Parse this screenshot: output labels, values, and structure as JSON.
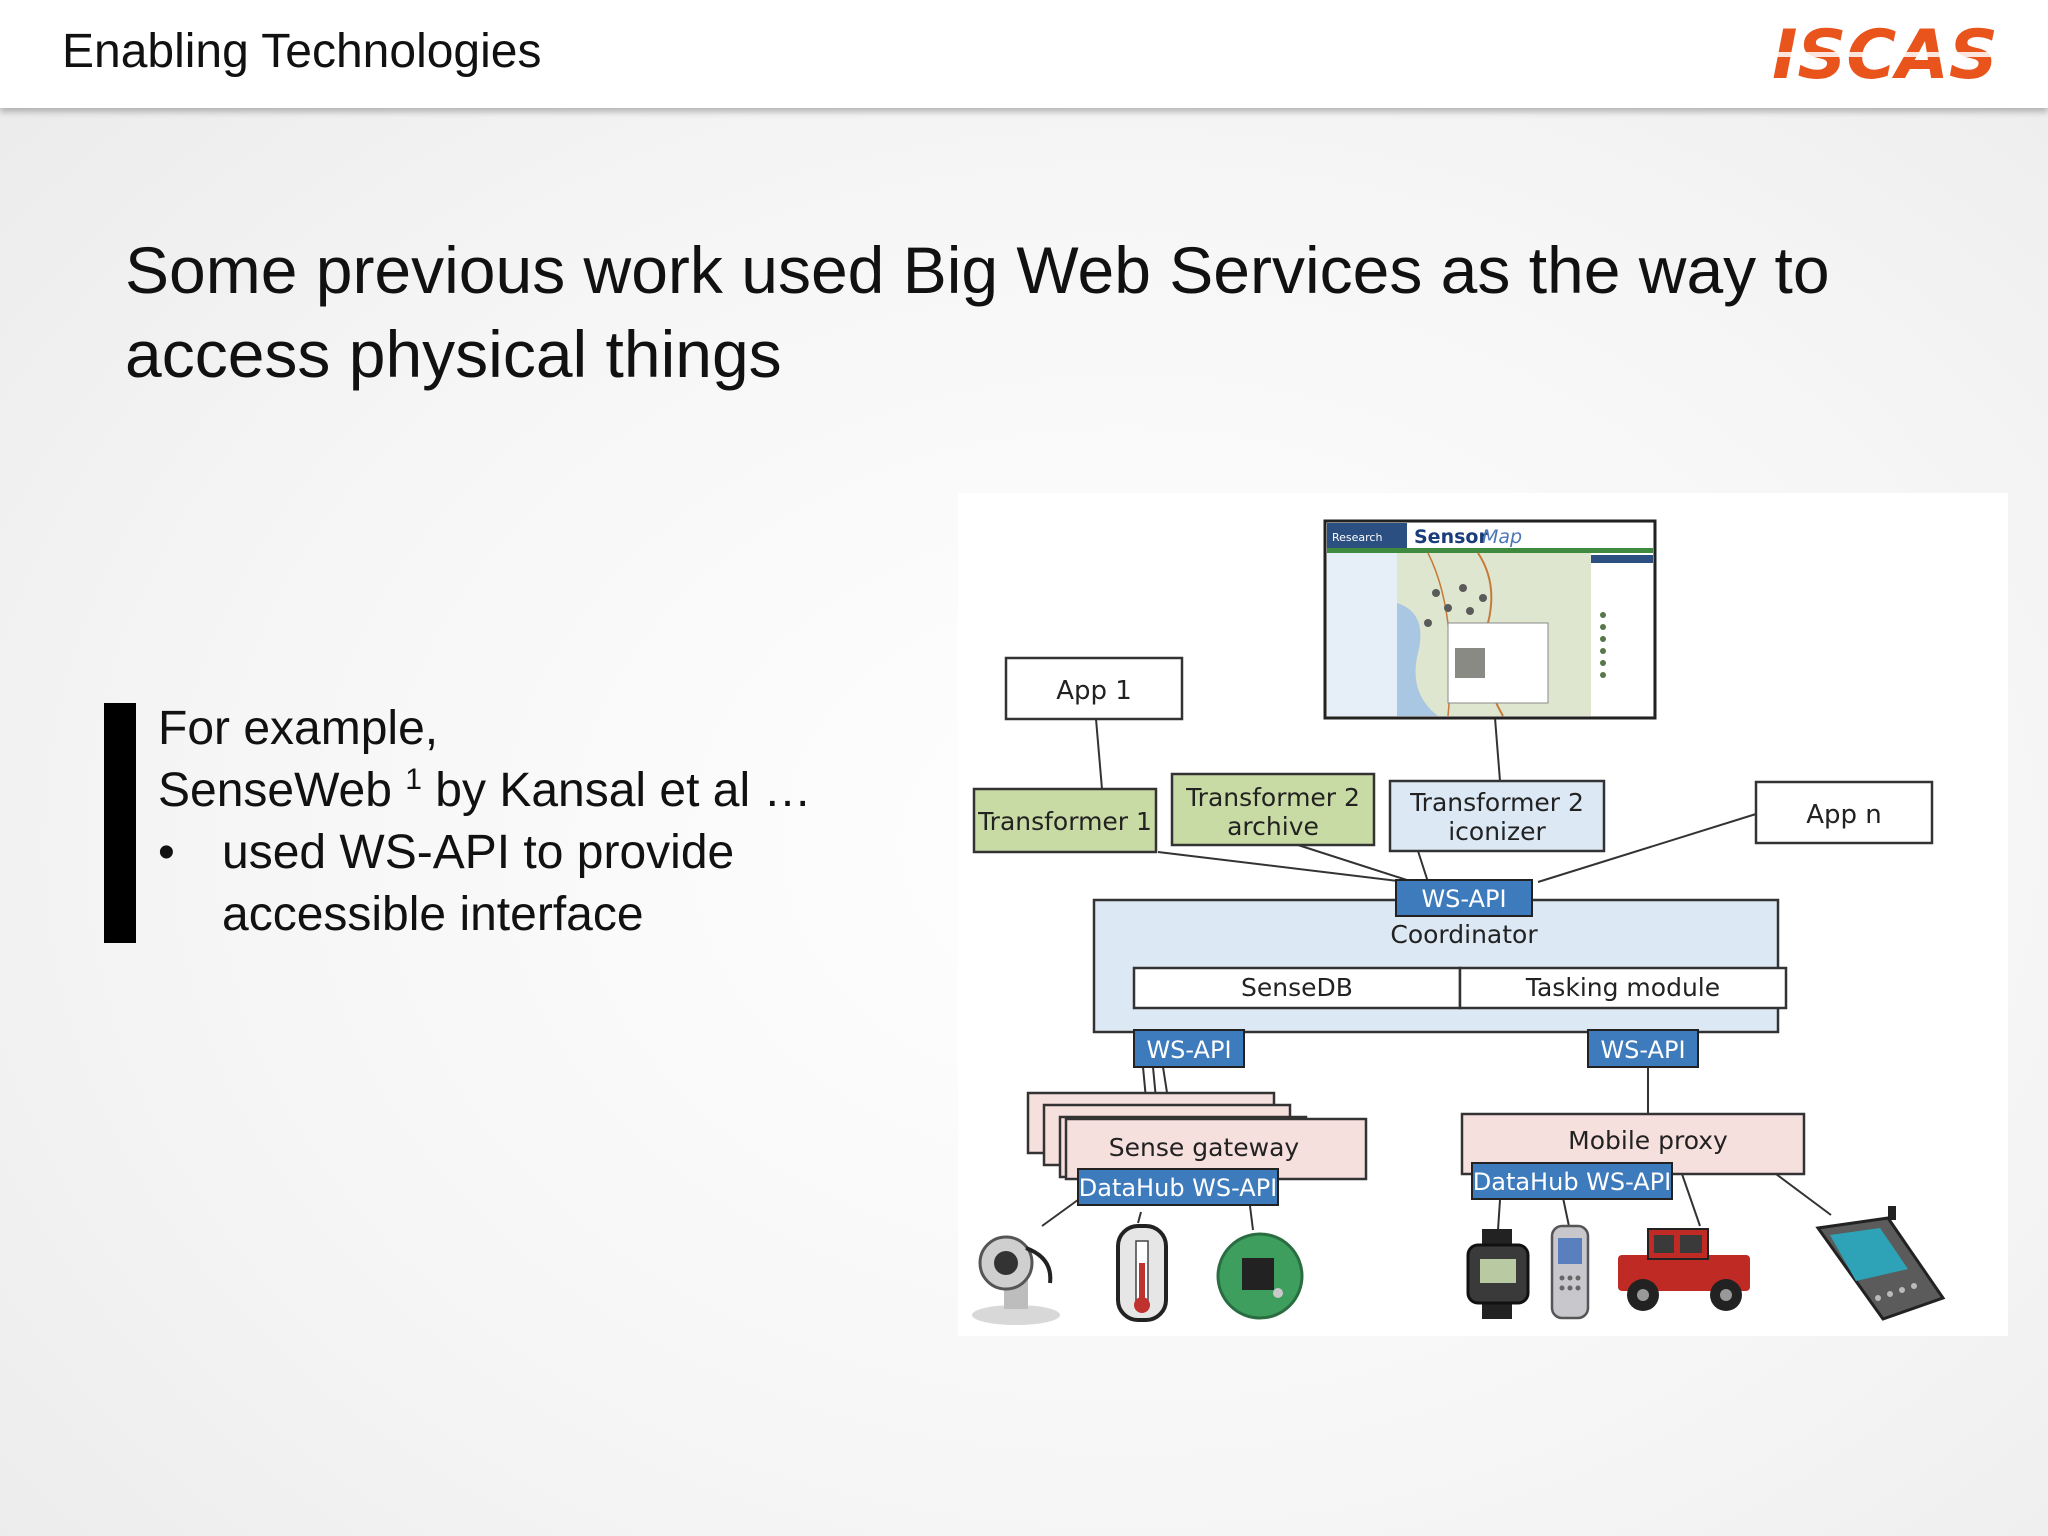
{
  "header": {
    "section_title": "Enabling Technologies",
    "logo_text": "ISCAS",
    "logo_color": "#e8541c"
  },
  "slide": {
    "heading_line1": "Some previous work used Big Web Services as the way to",
    "heading_line2": "access physical things",
    "body": {
      "line1": "For example,",
      "line2_prefix": "SenseWeb ",
      "line2_sup": "1",
      "line2_suffix": " by Kansal et al …",
      "bullet": "•",
      "bullet_line1": "used WS-API to provide",
      "bullet_line2": "accessible interface"
    }
  },
  "diagram": {
    "app1": "App 1",
    "appn": "App n",
    "transformer1": "Transformer 1",
    "transformer2_archive_l1": "Transformer 2",
    "transformer2_archive_l2": "archive",
    "transformer2_iconizer_l1": "Transformer 2",
    "transformer2_iconizer_l2": "iconizer",
    "ws_api_top": "WS-API",
    "coordinator": "Coordinator",
    "sensedb": "SenseDB",
    "tasking_module": "Tasking module",
    "ws_api_left": "WS-API",
    "ws_api_right": "WS-API",
    "sense_gateway": "Sense gateway",
    "datahub_left": "DataHub WS-API",
    "mobile_proxy": "Mobile proxy",
    "datahub_right": "DataHub WS-API",
    "sensormap_title_a": "Sensor",
    "sensormap_title_b": "Map",
    "sensormap_corner": "Research",
    "colors": {
      "green_box": "#c9dba4",
      "blue_box": "#dce8f4",
      "pink_box": "#f6e0de",
      "wsapi": "#3d7bbd"
    },
    "devices": [
      "webcam-icon",
      "thermometer-icon",
      "sensor-board-icon",
      "watch-icon",
      "phone-icon",
      "jeep-icon",
      "pda-icon"
    ]
  }
}
